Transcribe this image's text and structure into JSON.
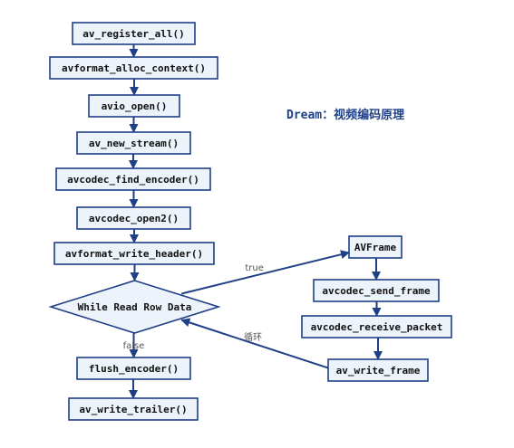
{
  "colors": {
    "stroke": "#1f3f86",
    "fill": "#edf3fb",
    "text": "#111111",
    "label": "#555555"
  },
  "title": "Dream：视频编码原理",
  "nodes": [
    {
      "id": "av-register-all",
      "label": "av_register_all()"
    },
    {
      "id": "avformat-alloc-context",
      "label": "avformat_alloc_context()"
    },
    {
      "id": "avio-open",
      "label": "avio_open()"
    },
    {
      "id": "av-new-stream",
      "label": "av_new_stream()"
    },
    {
      "id": "avcodec-find-encoder",
      "label": "avcodec_find_encoder()"
    },
    {
      "id": "avcodec-open2",
      "label": "avcodec_open2()"
    },
    {
      "id": "avformat-write-header",
      "label": "avformat_write_header()"
    },
    {
      "id": "while-read-row-data",
      "label": "While Read Row Data"
    },
    {
      "id": "flush-encoder",
      "label": "flush_encoder()"
    },
    {
      "id": "av-write-trailer",
      "label": "av_write_trailer()"
    },
    {
      "id": "avframe",
      "label": "AVFrame"
    },
    {
      "id": "avcodec-send-frame",
      "label": "avcodec_send_frame"
    },
    {
      "id": "avcodec-receive-packet",
      "label": "avcodec_receive_packet"
    },
    {
      "id": "av-write-frame",
      "label": "av_write_frame"
    }
  ],
  "edges": [
    {
      "from": "av-register-all",
      "to": "avformat-alloc-context",
      "label": ""
    },
    {
      "from": "avformat-alloc-context",
      "to": "avio-open",
      "label": ""
    },
    {
      "from": "avio-open",
      "to": "av-new-stream",
      "label": ""
    },
    {
      "from": "av-new-stream",
      "to": "avcodec-find-encoder",
      "label": ""
    },
    {
      "from": "avcodec-find-encoder",
      "to": "avcodec-open2",
      "label": ""
    },
    {
      "from": "avcodec-open2",
      "to": "avformat-write-header",
      "label": ""
    },
    {
      "from": "avformat-write-header",
      "to": "while-read-row-data",
      "label": ""
    },
    {
      "from": "while-read-row-data",
      "to": "flush-encoder",
      "label": "false"
    },
    {
      "from": "flush-encoder",
      "to": "av-write-trailer",
      "label": ""
    },
    {
      "from": "while-read-row-data",
      "to": "avframe",
      "label": "true"
    },
    {
      "from": "avframe",
      "to": "avcodec-send-frame",
      "label": ""
    },
    {
      "from": "avcodec-send-frame",
      "to": "avcodec-receive-packet",
      "label": ""
    },
    {
      "from": "avcodec-receive-packet",
      "to": "av-write-frame",
      "label": ""
    },
    {
      "from": "av-write-frame",
      "to": "while-read-row-data",
      "label": "循环"
    }
  ]
}
